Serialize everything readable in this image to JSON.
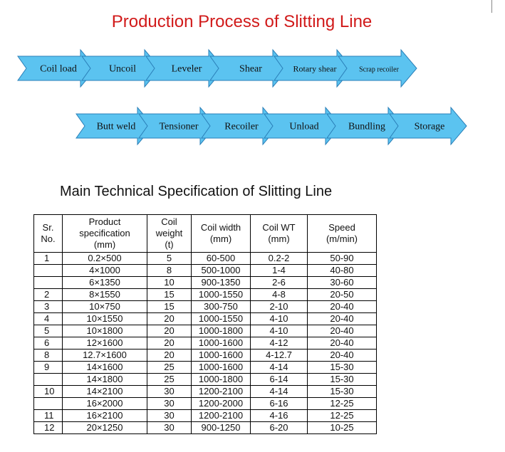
{
  "title": "Production Process of Slitting Line",
  "flow": {
    "row1": [
      "Coil load",
      "Uncoil",
      "Leveler",
      "Shear",
      "Rotary shear",
      "Scrap recoiler"
    ],
    "row2": [
      "Butt weld",
      "Tensioner",
      "Recoiler",
      "Unload",
      "Bundling",
      "Storage"
    ],
    "colors": {
      "fill": "#5bc3f0",
      "stroke": "#2a7fb8"
    }
  },
  "spec": {
    "heading": "Main Technical Specification of Slitting Line",
    "headers": [
      [
        "Sr.",
        "No."
      ],
      [
        "Product",
        "specification",
        "(mm)"
      ],
      [
        "Coil",
        "weight",
        "(t)"
      ],
      [
        "Coil width",
        "(mm)"
      ],
      [
        "Coil WT",
        "(mm)"
      ],
      [
        "Speed",
        "(m/min)"
      ]
    ],
    "rows": [
      [
        "1",
        "0.2×500",
        "5",
        "60-500",
        "0.2-2",
        "50-90"
      ],
      [
        "",
        "4×1000",
        "8",
        "500-1000",
        "1-4",
        "40-80"
      ],
      [
        "",
        "6×1350",
        "10",
        "900-1350",
        "2-6",
        "30-60"
      ],
      [
        "2",
        "8×1550",
        "15",
        "1000-1550",
        "4-8",
        "20-50"
      ],
      [
        "3",
        "10×750",
        "15",
        "300-750",
        "2-10",
        "20-40"
      ],
      [
        "4",
        "10×1550",
        "20",
        "1000-1550",
        "4-10",
        "20-40"
      ],
      [
        "5",
        "10×1800",
        "20",
        "1000-1800",
        "4-10",
        "20-40"
      ],
      [
        "6",
        "12×1600",
        "20",
        "1000-1600",
        "4-12",
        "20-40"
      ],
      [
        "8",
        "12.7×1600",
        "20",
        "1000-1600",
        "4-12.7",
        "20-40"
      ],
      [
        "9",
        "14×1600",
        "25",
        "1000-1600",
        "4-14",
        "15-30"
      ],
      [
        "",
        "14×1800",
        "25",
        "1000-1800",
        "6-14",
        "15-30"
      ],
      [
        "10",
        "14×2100",
        "30",
        "1200-2100",
        "4-14",
        "15-30"
      ],
      [
        "",
        "16×2000",
        "30",
        "1200-2000",
        "6-16",
        "12-25"
      ],
      [
        "11",
        "16×2100",
        "30",
        "1200-2100",
        "4-16",
        "12-25"
      ],
      [
        "12",
        "20×1250",
        "30",
        "900-1250",
        "6-20",
        "10-25"
      ]
    ]
  }
}
